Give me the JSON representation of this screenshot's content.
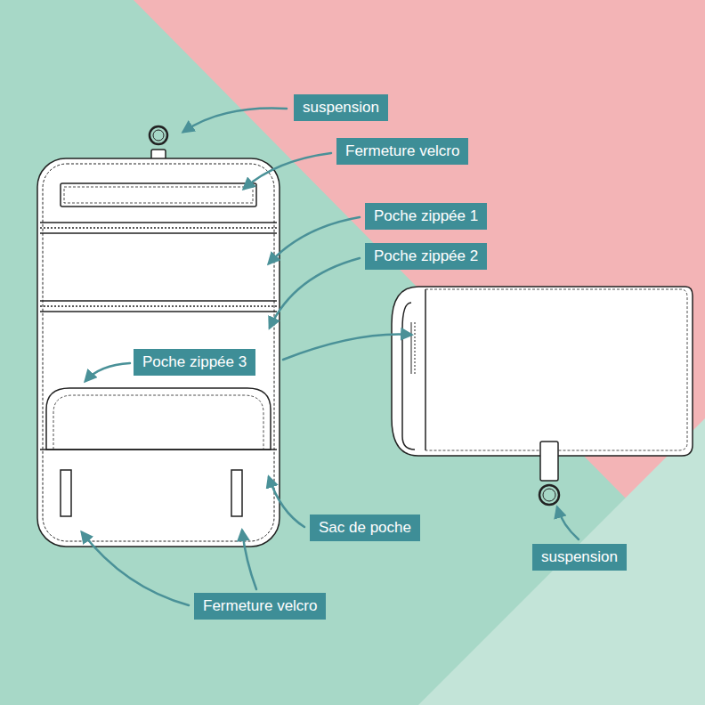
{
  "diagram": {
    "nodes": [
      {
        "text": [
          "suspension"
        ]
      },
      {
        "text": [
          "Fermeture velcro"
        ]
      },
      {
        "text": [
          "Poche zippée 1"
        ]
      },
      {
        "text": [
          "Poche zippée 2"
        ]
      },
      {
        "text": [
          "Poche zippée 3"
        ]
      },
      {
        "text": [
          "Sac de poche"
        ]
      },
      {
        "text": [
          "Fermeture velcro"
        ]
      },
      {
        "text": [
          "suspension"
        ]
      }
    ],
    "edges": []
  }
}
